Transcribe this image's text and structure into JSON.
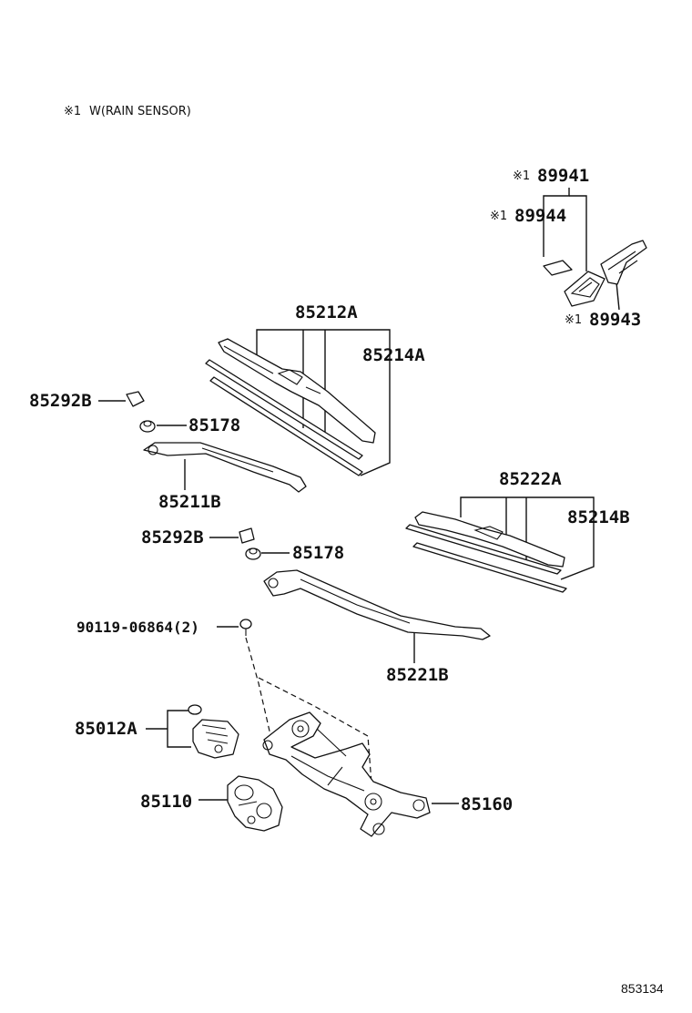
{
  "note": {
    "mark": "※1",
    "text": "W(RAIN SENSOR)"
  },
  "callouts": {
    "p89941": {
      "mark": "※1",
      "code": "89941"
    },
    "p89944": {
      "mark": "※1",
      "code": "89944"
    },
    "p89943": {
      "mark": "※1",
      "code": "89943"
    },
    "p85212A": {
      "code": "85212A"
    },
    "p85214A": {
      "code": "85214A"
    },
    "p85292B_1": {
      "code": "85292B"
    },
    "p85178_1": {
      "code": "85178"
    },
    "p85211B": {
      "code": "85211B"
    },
    "p85222A": {
      "code": "85222A"
    },
    "p85214B": {
      "code": "85214B"
    },
    "p85292B_2": {
      "code": "85292B"
    },
    "p85178_2": {
      "code": "85178"
    },
    "p90119": {
      "code": "90119-06864(2)"
    },
    "p85221B": {
      "code": "85221B"
    },
    "p85012A": {
      "code": "85012A"
    },
    "p85110": {
      "code": "85110"
    },
    "p85160": {
      "code": "85160"
    }
  },
  "reference": "853134"
}
